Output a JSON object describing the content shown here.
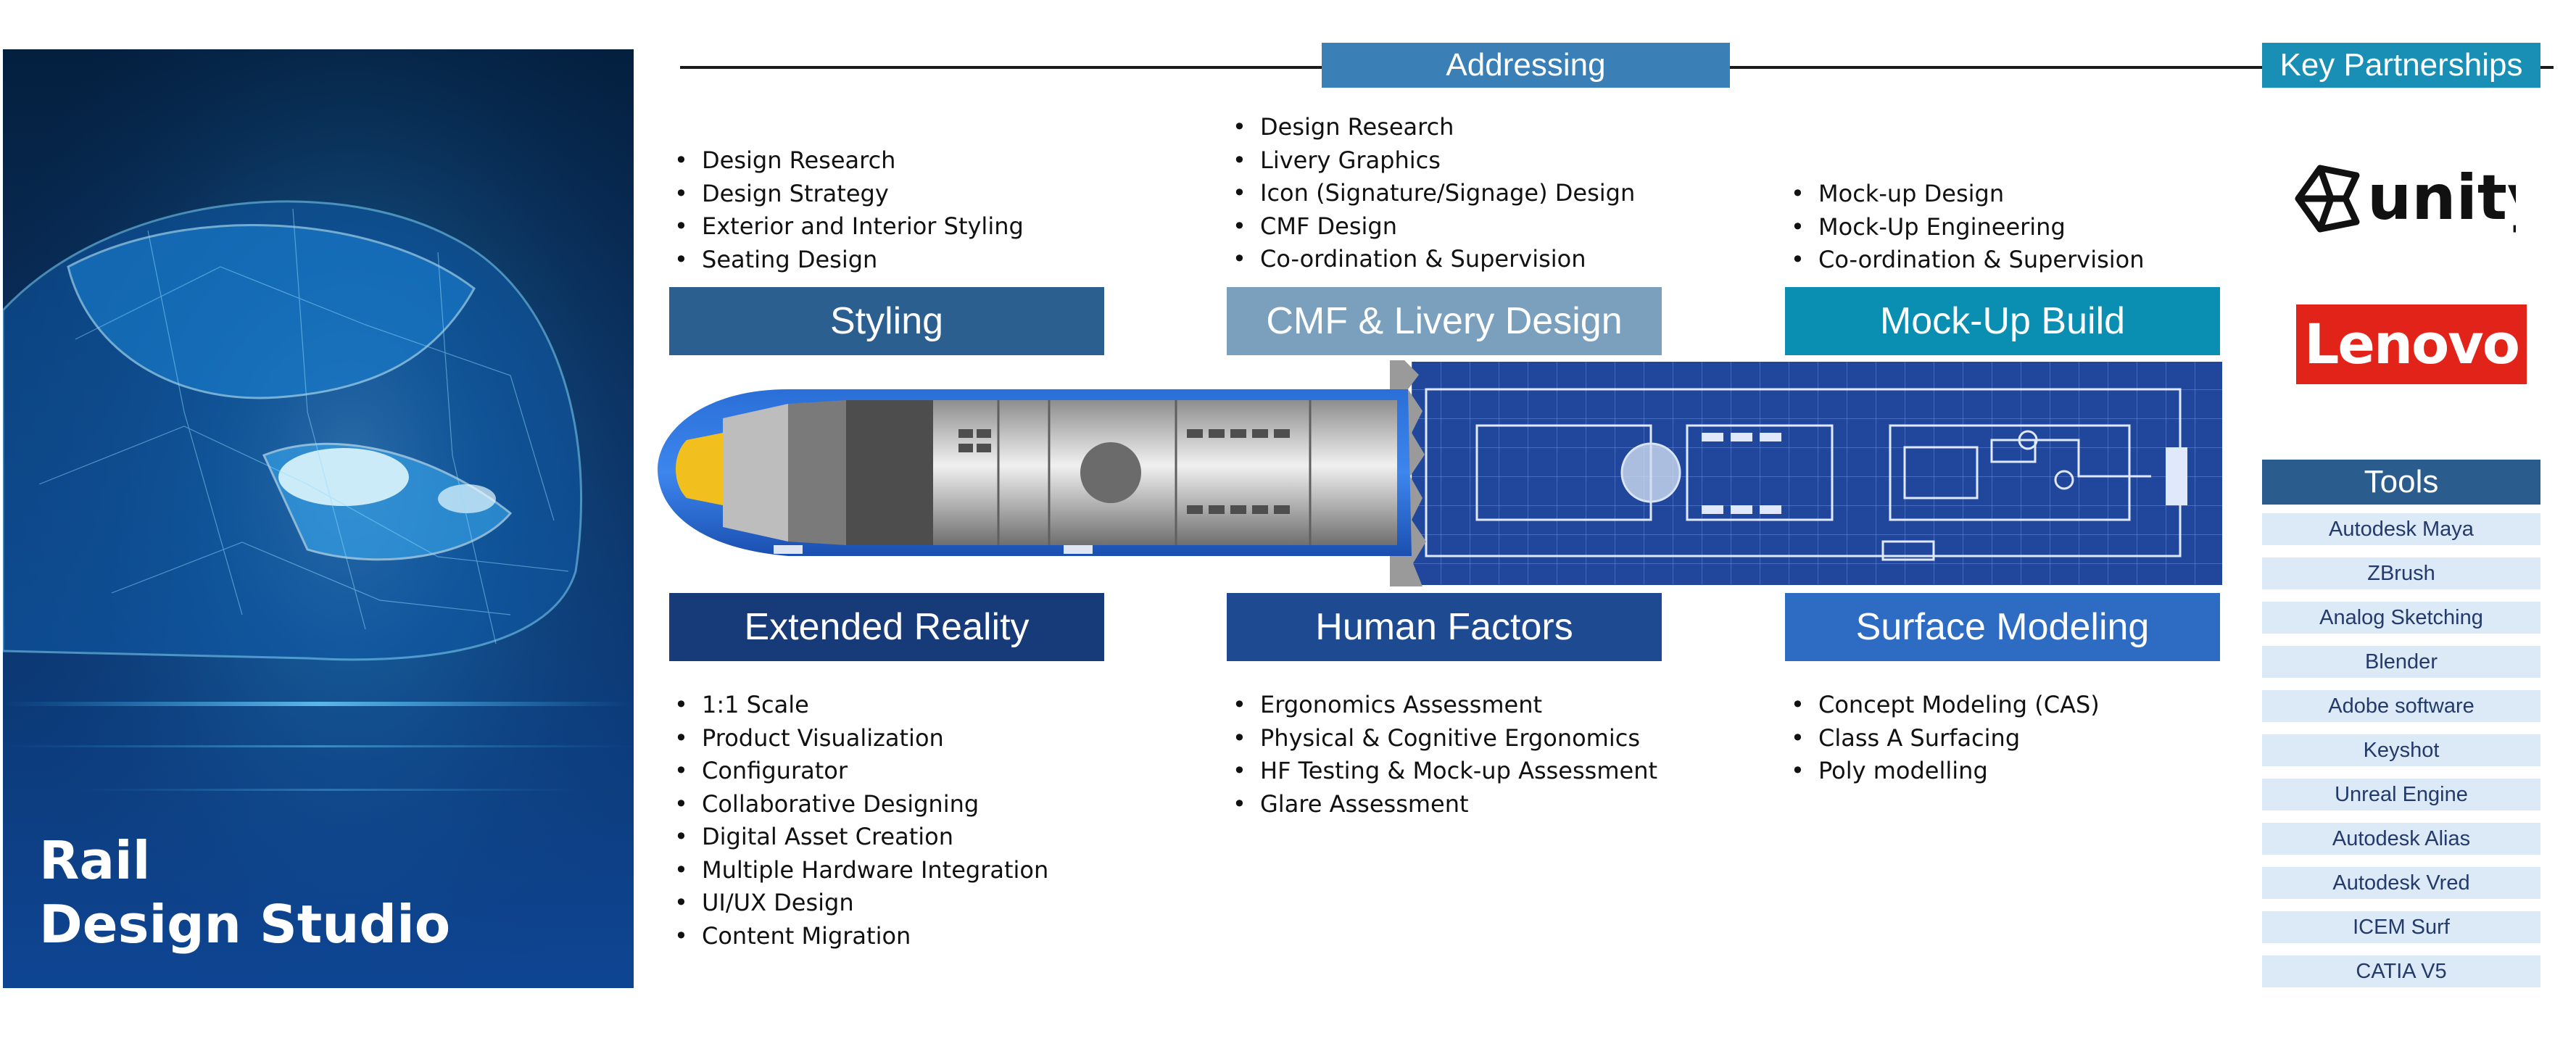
{
  "hero": {
    "title_line1": "Rail",
    "title_line2": "Design Studio"
  },
  "addressing": {
    "label": "Addressing"
  },
  "partnerships": {
    "label": "Key Partnerships",
    "logos": [
      "unity",
      "Lenovo"
    ]
  },
  "sections": {
    "styling": {
      "title": "Styling",
      "color": "#2b5f8f",
      "items": [
        "Design Research",
        "Design Strategy",
        "Exterior and Interior Styling",
        "Seating Design"
      ]
    },
    "cmf": {
      "title": "CMF & Livery Design",
      "color": "#7aa0bd",
      "items": [
        "Design Research",
        "Livery Graphics",
        "Icon (Signature/Signage) Design",
        "CMF Design",
        "Co-ordination & Supervision"
      ]
    },
    "mockup": {
      "title": "Mock-Up Build",
      "color": "#0a8fb3",
      "items": [
        "Mock-up Design",
        "Mock-Up Engineering",
        "Co-ordination & Supervision"
      ]
    },
    "xr": {
      "title": "Extended Reality",
      "color": "#173a78",
      "items": [
        "1:1 Scale",
        "Product Visualization",
        "Configurator",
        "Collaborative Designing",
        "Digital Asset Creation",
        "Multiple Hardware Integration",
        "UI/UX Design",
        "Content Migration"
      ]
    },
    "hf": {
      "title": "Human Factors",
      "color": "#1d4a91",
      "items": [
        "Ergonomics Assessment",
        "Physical & Cognitive Ergonomics",
        "HF Testing & Mock-up Assessment",
        "Glare Assessment"
      ]
    },
    "surface": {
      "title": "Surface Modeling",
      "color": "#2e6cc4",
      "items": [
        "Concept  Modeling (CAS)",
        "Class A Surfacing",
        "Poly modelling"
      ]
    }
  },
  "tools": {
    "label": "Tools",
    "items": [
      "Autodesk Maya",
      "ZBrush",
      "Analog Sketching",
      "Blender",
      "Adobe software",
      "Keyshot",
      "Unreal Engine",
      "Autodesk Alias",
      "Autodesk Vred",
      "ICEM Surf",
      "CATIA V5"
    ]
  }
}
